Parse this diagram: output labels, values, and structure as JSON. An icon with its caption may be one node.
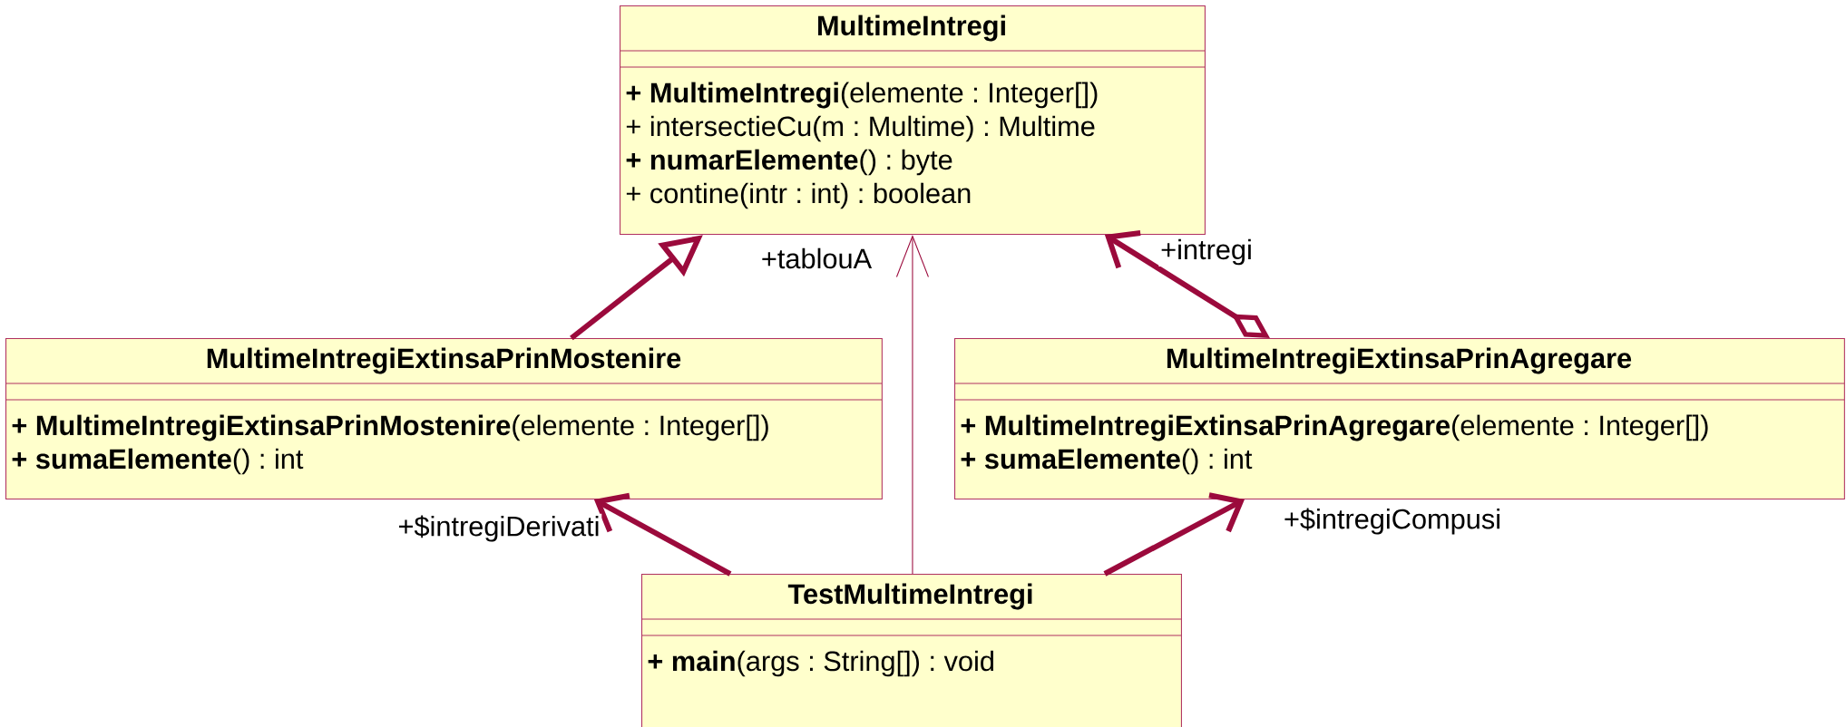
{
  "diagram": {
    "nodes": [
      {
        "text": [
          "MultimeIntregi",
          "**+ MultimeIntregi**(elemente : Integer[])",
          "+ intersectieCu(m : Multime) : Multime",
          "**+ numarElemente**() : byte",
          "+ contine(intr : int) : boolean"
        ]
      },
      {
        "text": [
          "MultimeIntregiExtinsaPrinMostenire",
          "**+ MultimeIntregiExtinsaPrinMostenire**(elemente : Integer[])",
          "**+ sumaElemente**() : int"
        ]
      },
      {
        "text": [
          "MultimeIntregiExtinsaPrinAgregare",
          "**+ MultimeIntregiExtinsaPrinAgregare**(elemente : Integer[])",
          "**+ sumaElemente**() : int"
        ]
      },
      {
        "text": [
          "TestMultimeIntregi",
          "**+ main**(args : String[]) : void"
        ]
      }
    ],
    "edges": [
      {
        "from": 1,
        "to": 0,
        "arrow": "to"
      },
      {
        "from": 3,
        "to": 0,
        "arrow": "to",
        "label": "+tablouA"
      },
      {
        "from": 2,
        "to": 0,
        "arrow": "to",
        "label": "+intregi"
      },
      {
        "from": 3,
        "to": 1,
        "arrow": "to",
        "label": "+$intregiDerivati"
      },
      {
        "from": 3,
        "to": 2,
        "arrow": "to",
        "label": "+$intregiCompusi"
      }
    ]
  }
}
